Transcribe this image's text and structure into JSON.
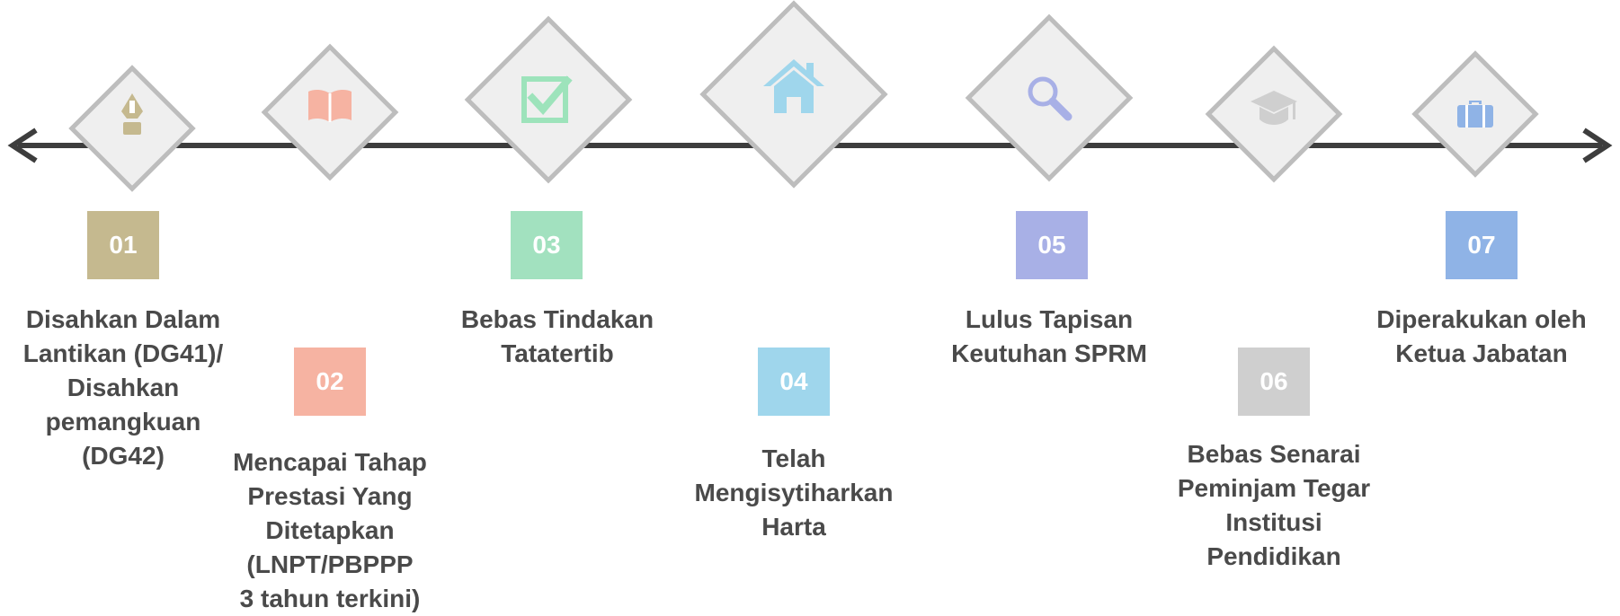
{
  "colors": {
    "timeline": "#3d3d3d",
    "diamond_fill": "#efefef",
    "diamond_border": "#bdbdbd",
    "label_text": "#4a4a4a"
  },
  "steps": [
    {
      "number": "01",
      "color": "#c5b98f",
      "icon": "fountain-pen-icon",
      "icon_color": "#c5b98f",
      "label": "Disahkan Dalam\nLantikan (DG41)/\nDisahkan\npemangkuan\n(DG42)"
    },
    {
      "number": "02",
      "color": "#f6b3a2",
      "icon": "open-book-icon",
      "icon_color": "#f6b3a2",
      "label": "Mencapai Tahap\nPrestasi Yang\nDitetapkan\n(LNPT/PBPPP\n3 tahun terkini)"
    },
    {
      "number": "03",
      "color": "#a2e1bf",
      "icon": "checkbox-icon",
      "icon_color": "#9de3bb",
      "label": "Bebas Tindakan\nTatatertib"
    },
    {
      "number": "04",
      "color": "#9fd6ec",
      "icon": "home-icon",
      "icon_color": "#9fd6ec",
      "label": "Telah\nMengisytiharkan\nHarta"
    },
    {
      "number": "05",
      "color": "#a8b0e6",
      "icon": "magnifier-icon",
      "icon_color": "#a8b0e6",
      "label": "Lulus Tapisan\nKeutuhan SPRM"
    },
    {
      "number": "06",
      "color": "#cfcfcf",
      "icon": "graduation-cap-icon",
      "icon_color": "#cfcfcf",
      "label": "Bebas Senarai\nPeminjam Tegar\nInstitusi\nPendidikan"
    },
    {
      "number": "07",
      "color": "#8fb3e6",
      "icon": "briefcase-icon",
      "icon_color": "#8fb3e6",
      "label": "Diperakukan oleh\nKetua Jabatan"
    }
  ]
}
